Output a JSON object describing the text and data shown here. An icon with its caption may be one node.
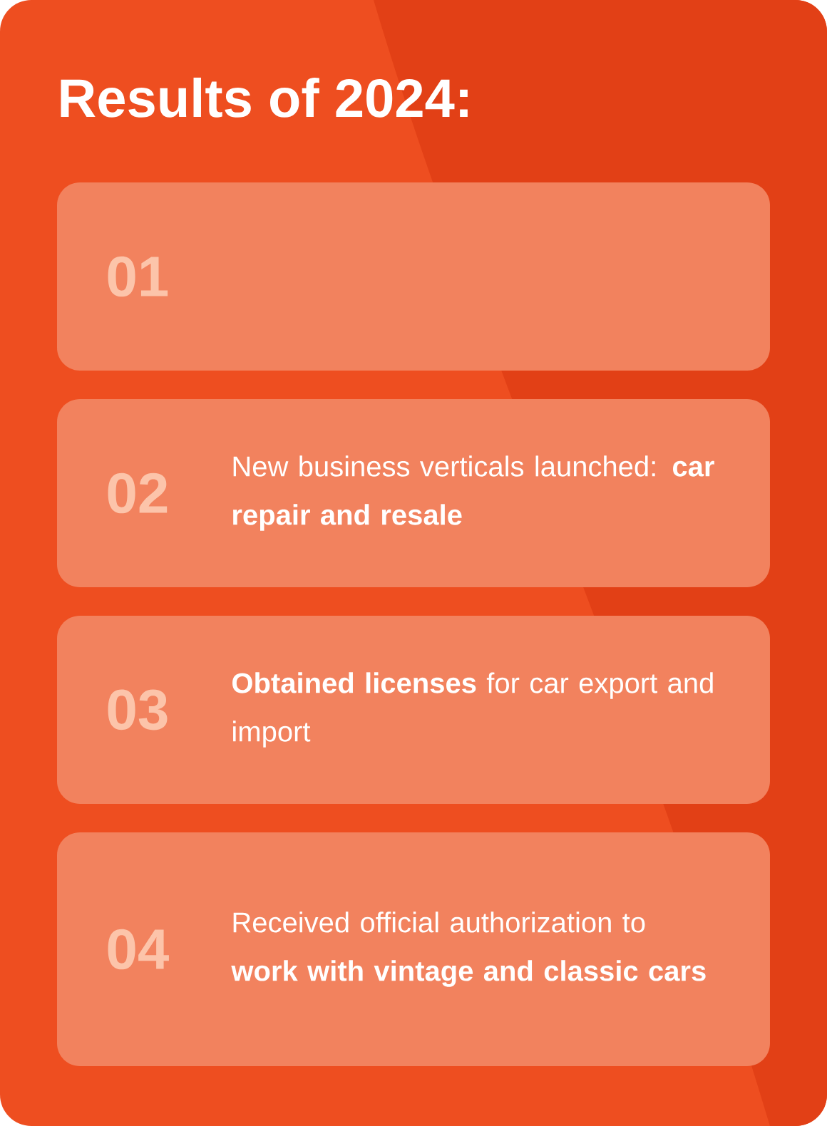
{
  "diagram": {
    "title": "Results of 2024:",
    "nodes": [
      {
        "text": [
          "01"
        ]
      },
      {
        "text": [
          "02",
          "New business verticals launched: **car repair and resale**"
        ]
      },
      {
        "text": [
          "03",
          "**Obtained licenses** for car export and import"
        ]
      },
      {
        "text": [
          "04",
          "Received official authorization to **work with vintage and classic cars**"
        ]
      }
    ]
  }
}
